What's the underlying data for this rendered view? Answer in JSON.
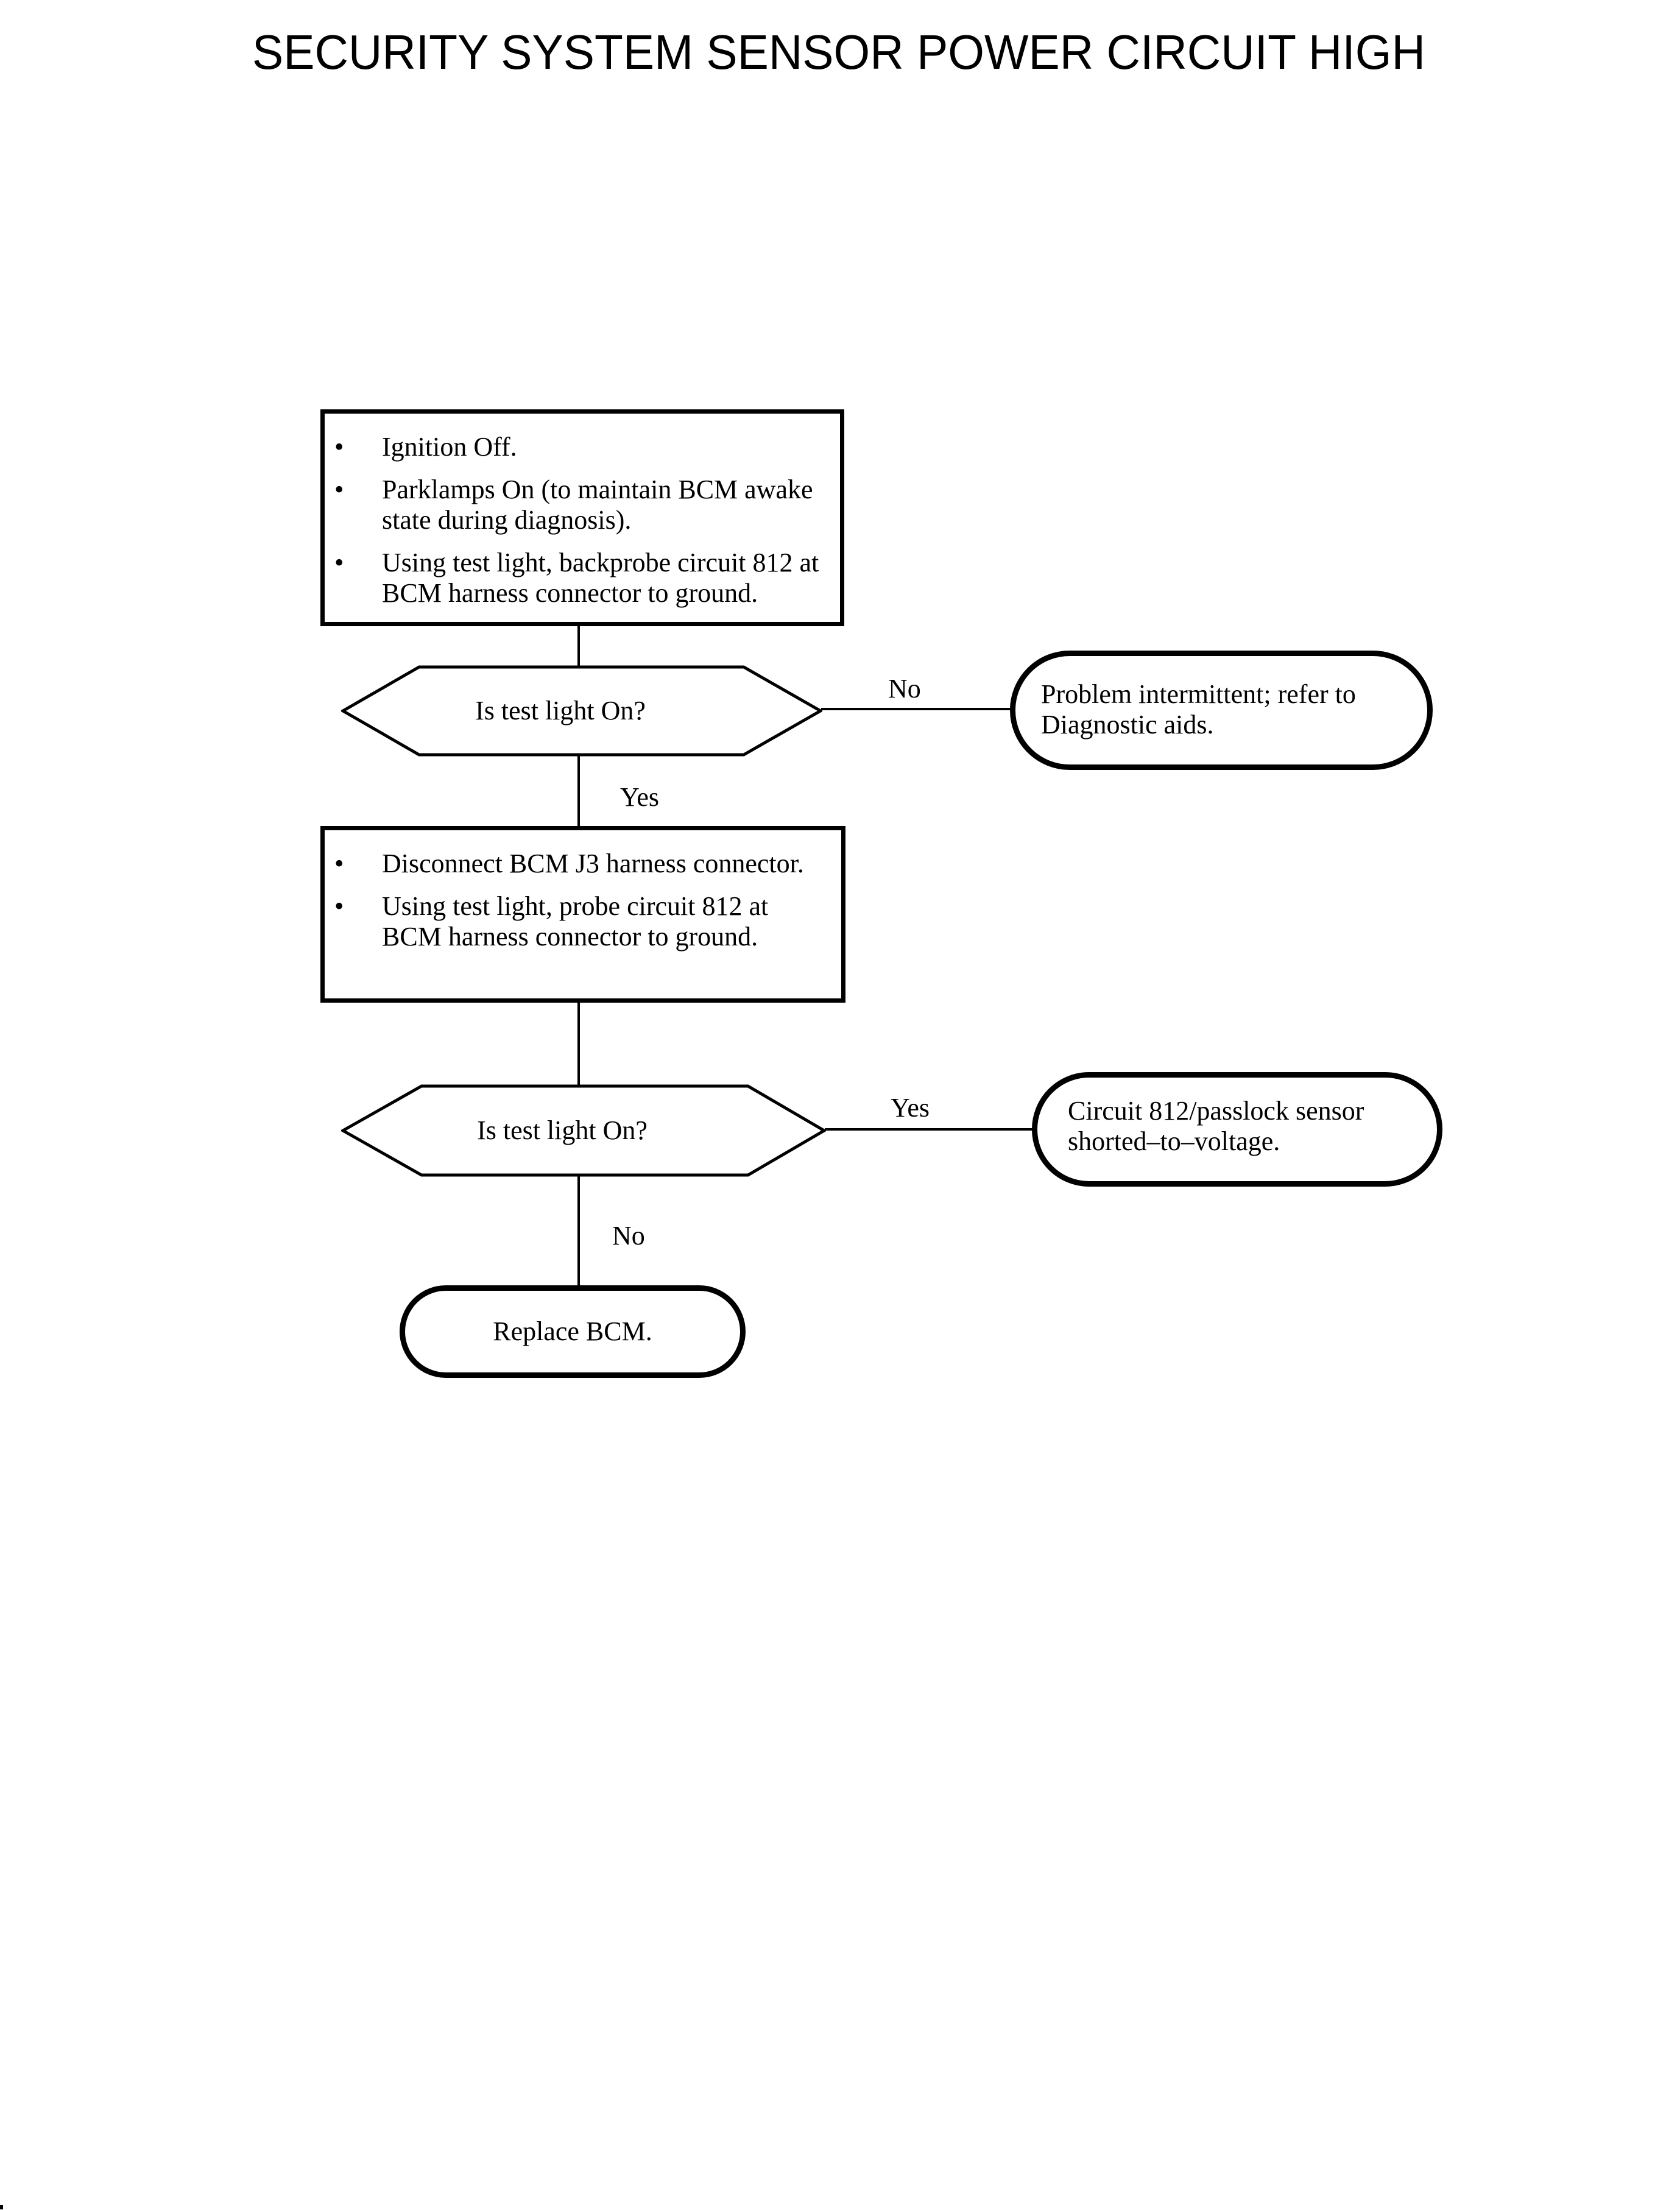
{
  "page": {
    "title": "SECURITY SYSTEM SENSOR POWER CIRCUIT HIGH",
    "bullet_glyph": "•",
    "colors": {
      "ink": "#000000",
      "paper": "#ffffff"
    }
  },
  "flowchart": {
    "step1": {
      "bullets": [
        "Ignition Off.",
        "Parklamps On (to maintain BCM awake state during diagnosis).",
        "Using test light, backprobe circuit 812 at BCM harness connector to ground."
      ]
    },
    "decision1": {
      "question": "Is test light On?",
      "no_label": "No",
      "yes_label": "Yes"
    },
    "result_intermittent": {
      "text": "Problem intermittent; refer to Diagnostic aids."
    },
    "step2": {
      "bullets": [
        "Disconnect BCM J3 harness connector.",
        "Using test light, probe circuit 812 at BCM harness connector to ground."
      ]
    },
    "decision2": {
      "question": "Is test light On?",
      "yes_label": "Yes",
      "no_label": "No"
    },
    "result_shorted": {
      "text": "Circuit 812/passlock sensor shorted–to–voltage."
    },
    "result_replace": {
      "text": "Replace BCM."
    }
  }
}
